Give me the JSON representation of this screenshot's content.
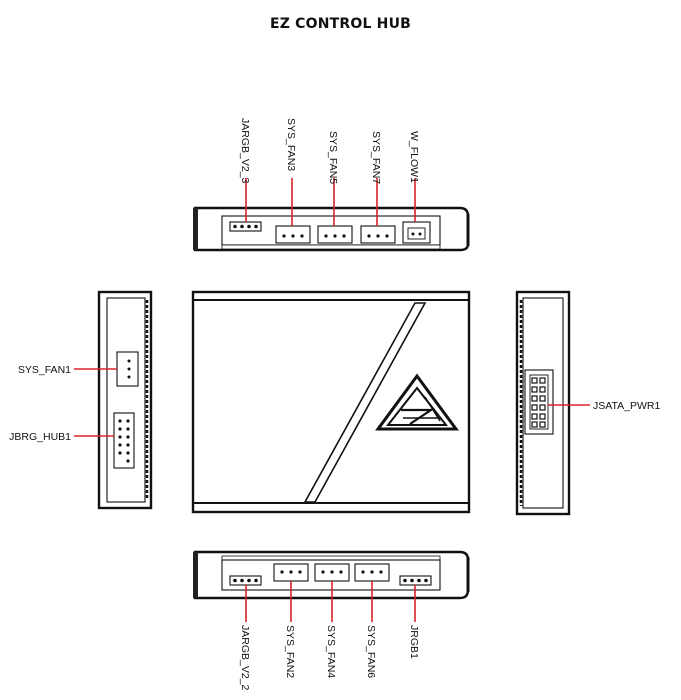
{
  "title": "EZ CONTROL HUB",
  "colors": {
    "leader": "#d8232a",
    "outline": "#111111"
  },
  "labels": {
    "top": [
      "JARGB_V2_3",
      "SYS_FAN3",
      "SYS_FAN5",
      "SYS_FAN7",
      "W_FLOW1"
    ],
    "left": [
      "SYS_FAN1",
      "JBRG_HUB1"
    ],
    "right": [
      "JSATA_PWR1"
    ],
    "bottom": [
      "JARGB_V2_2",
      "SYS_FAN2",
      "SYS_FAN4",
      "SYS_FAN6",
      "JRGB1"
    ]
  },
  "logo": "triangle-logo"
}
